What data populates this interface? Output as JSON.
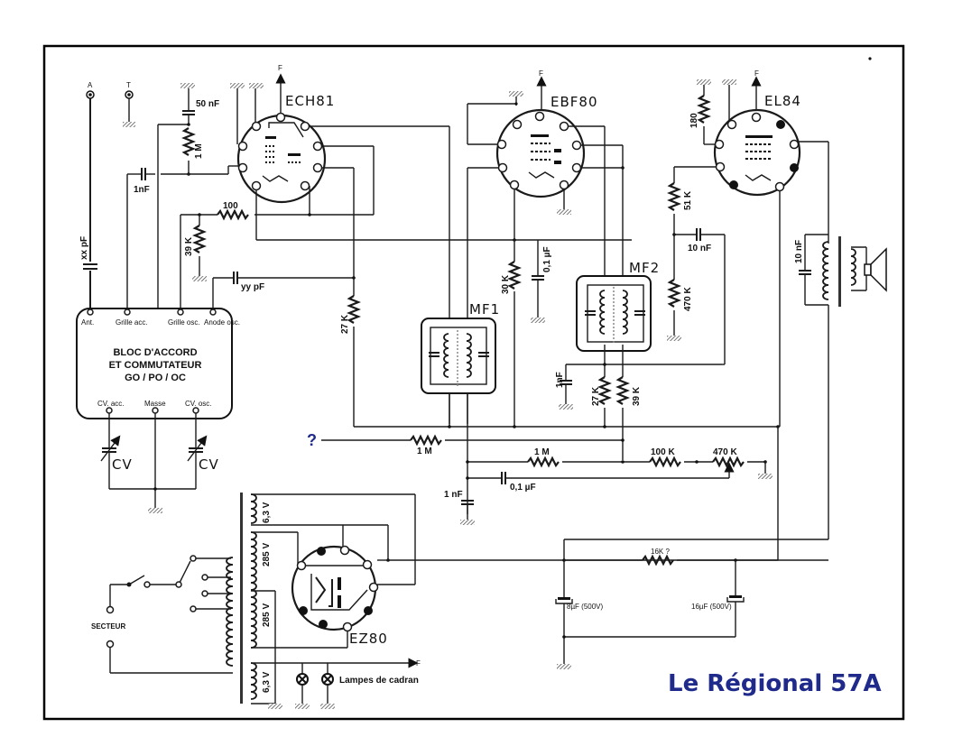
{
  "title": "Le Régional 57A",
  "unknown_marker": "?",
  "antenna": {
    "a": "A",
    "t": "T",
    "cap": "xx pF"
  },
  "tubes": {
    "ech81": "ECH81",
    "ebf80": "EBF80",
    "el84": "EL84",
    "ez80": "EZ80",
    "filament": "F"
  },
  "block": {
    "line1": "BLOC D'ACCORD",
    "line2": "ET COMMUTATEUR",
    "line3": "GO / PO / OC",
    "pins_top": [
      "Ant.",
      "Grille acc.",
      "Grille osc.",
      "Anode osc."
    ],
    "pins_bottom": [
      "CV. acc.",
      "Masse",
      "CV. osc."
    ],
    "cv": "CV"
  },
  "components": {
    "c_50nf": "50 nF",
    "r_1m_top": "1 M",
    "c_1nf_top": "1nF",
    "r_100": "100",
    "r_39k": "39 K",
    "c_yypf": "yy pF",
    "r_27k_left": "27 K",
    "r_30k": "30 K",
    "c_01uf_top": "0,1 µF",
    "mf1": "MF1",
    "mf2": "MF2",
    "c_1nf_mf2": "1nF",
    "r_27k_mf2": "27 K",
    "r_39k_mf2": "39 K",
    "r_180": "180",
    "r_51k": "51 K",
    "c_10nf_mid": "10 nF",
    "r_470k_mid": "470 K",
    "c_10nf_out": "10 nF",
    "r_1m_q": "1 M",
    "r_1m_bot": "1 M",
    "r_100k": "100 K",
    "pot_470k": "470 K",
    "c_1nf_bot": "1 nF",
    "c_01uf_bot": "0,1 µF",
    "r_16k": "16K ?",
    "c_8uf": "8µF (500V)",
    "c_16uf": "16µF (500V)"
  },
  "power": {
    "v63_top": "6,3 V",
    "v285_a": "285 V",
    "v285_b": "285 V",
    "v63_bot": "6,3 V",
    "secteur": "SECTEUR",
    "lamps": "Lampes de cadran",
    "f_out": "F"
  }
}
